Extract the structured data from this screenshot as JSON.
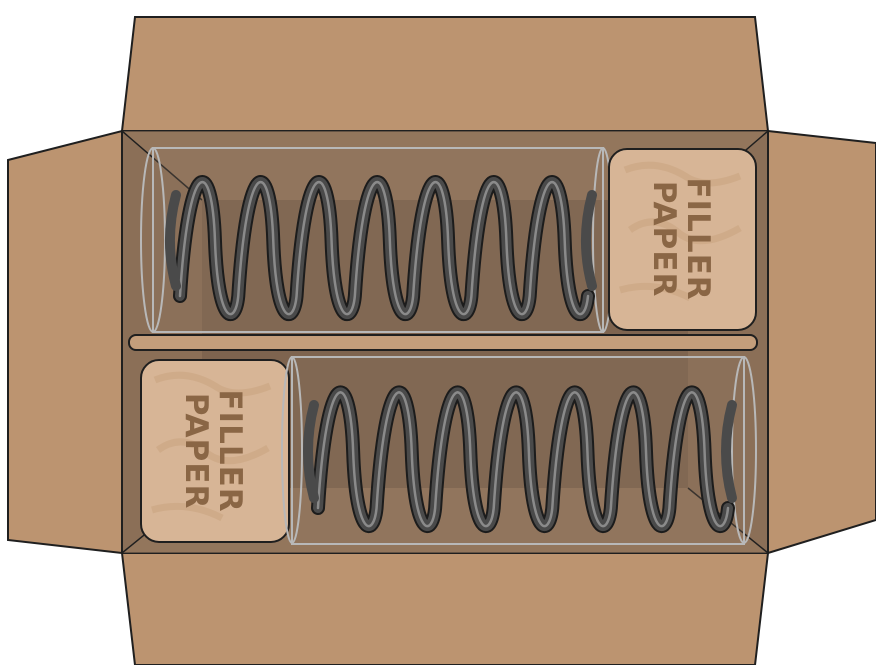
{
  "diagram": {
    "colors": {
      "cardboard": "#bc9470",
      "cardboard_dark": "#a98463",
      "box_interior": "#8b6f57",
      "box_floor": "#7e644f",
      "outline": "#1f1f1f",
      "spring": "#4a4a4a",
      "spring_highlight": "#9a9a9a",
      "sleeve": "#b8b8b8",
      "filler": "#d7b596",
      "filler_text": "#8a6645"
    },
    "filler_top": {
      "line1": "FILLER",
      "line2": "PAPER"
    },
    "filler_bottom": {
      "line1": "FILLER",
      "line2": "PAPER"
    }
  }
}
